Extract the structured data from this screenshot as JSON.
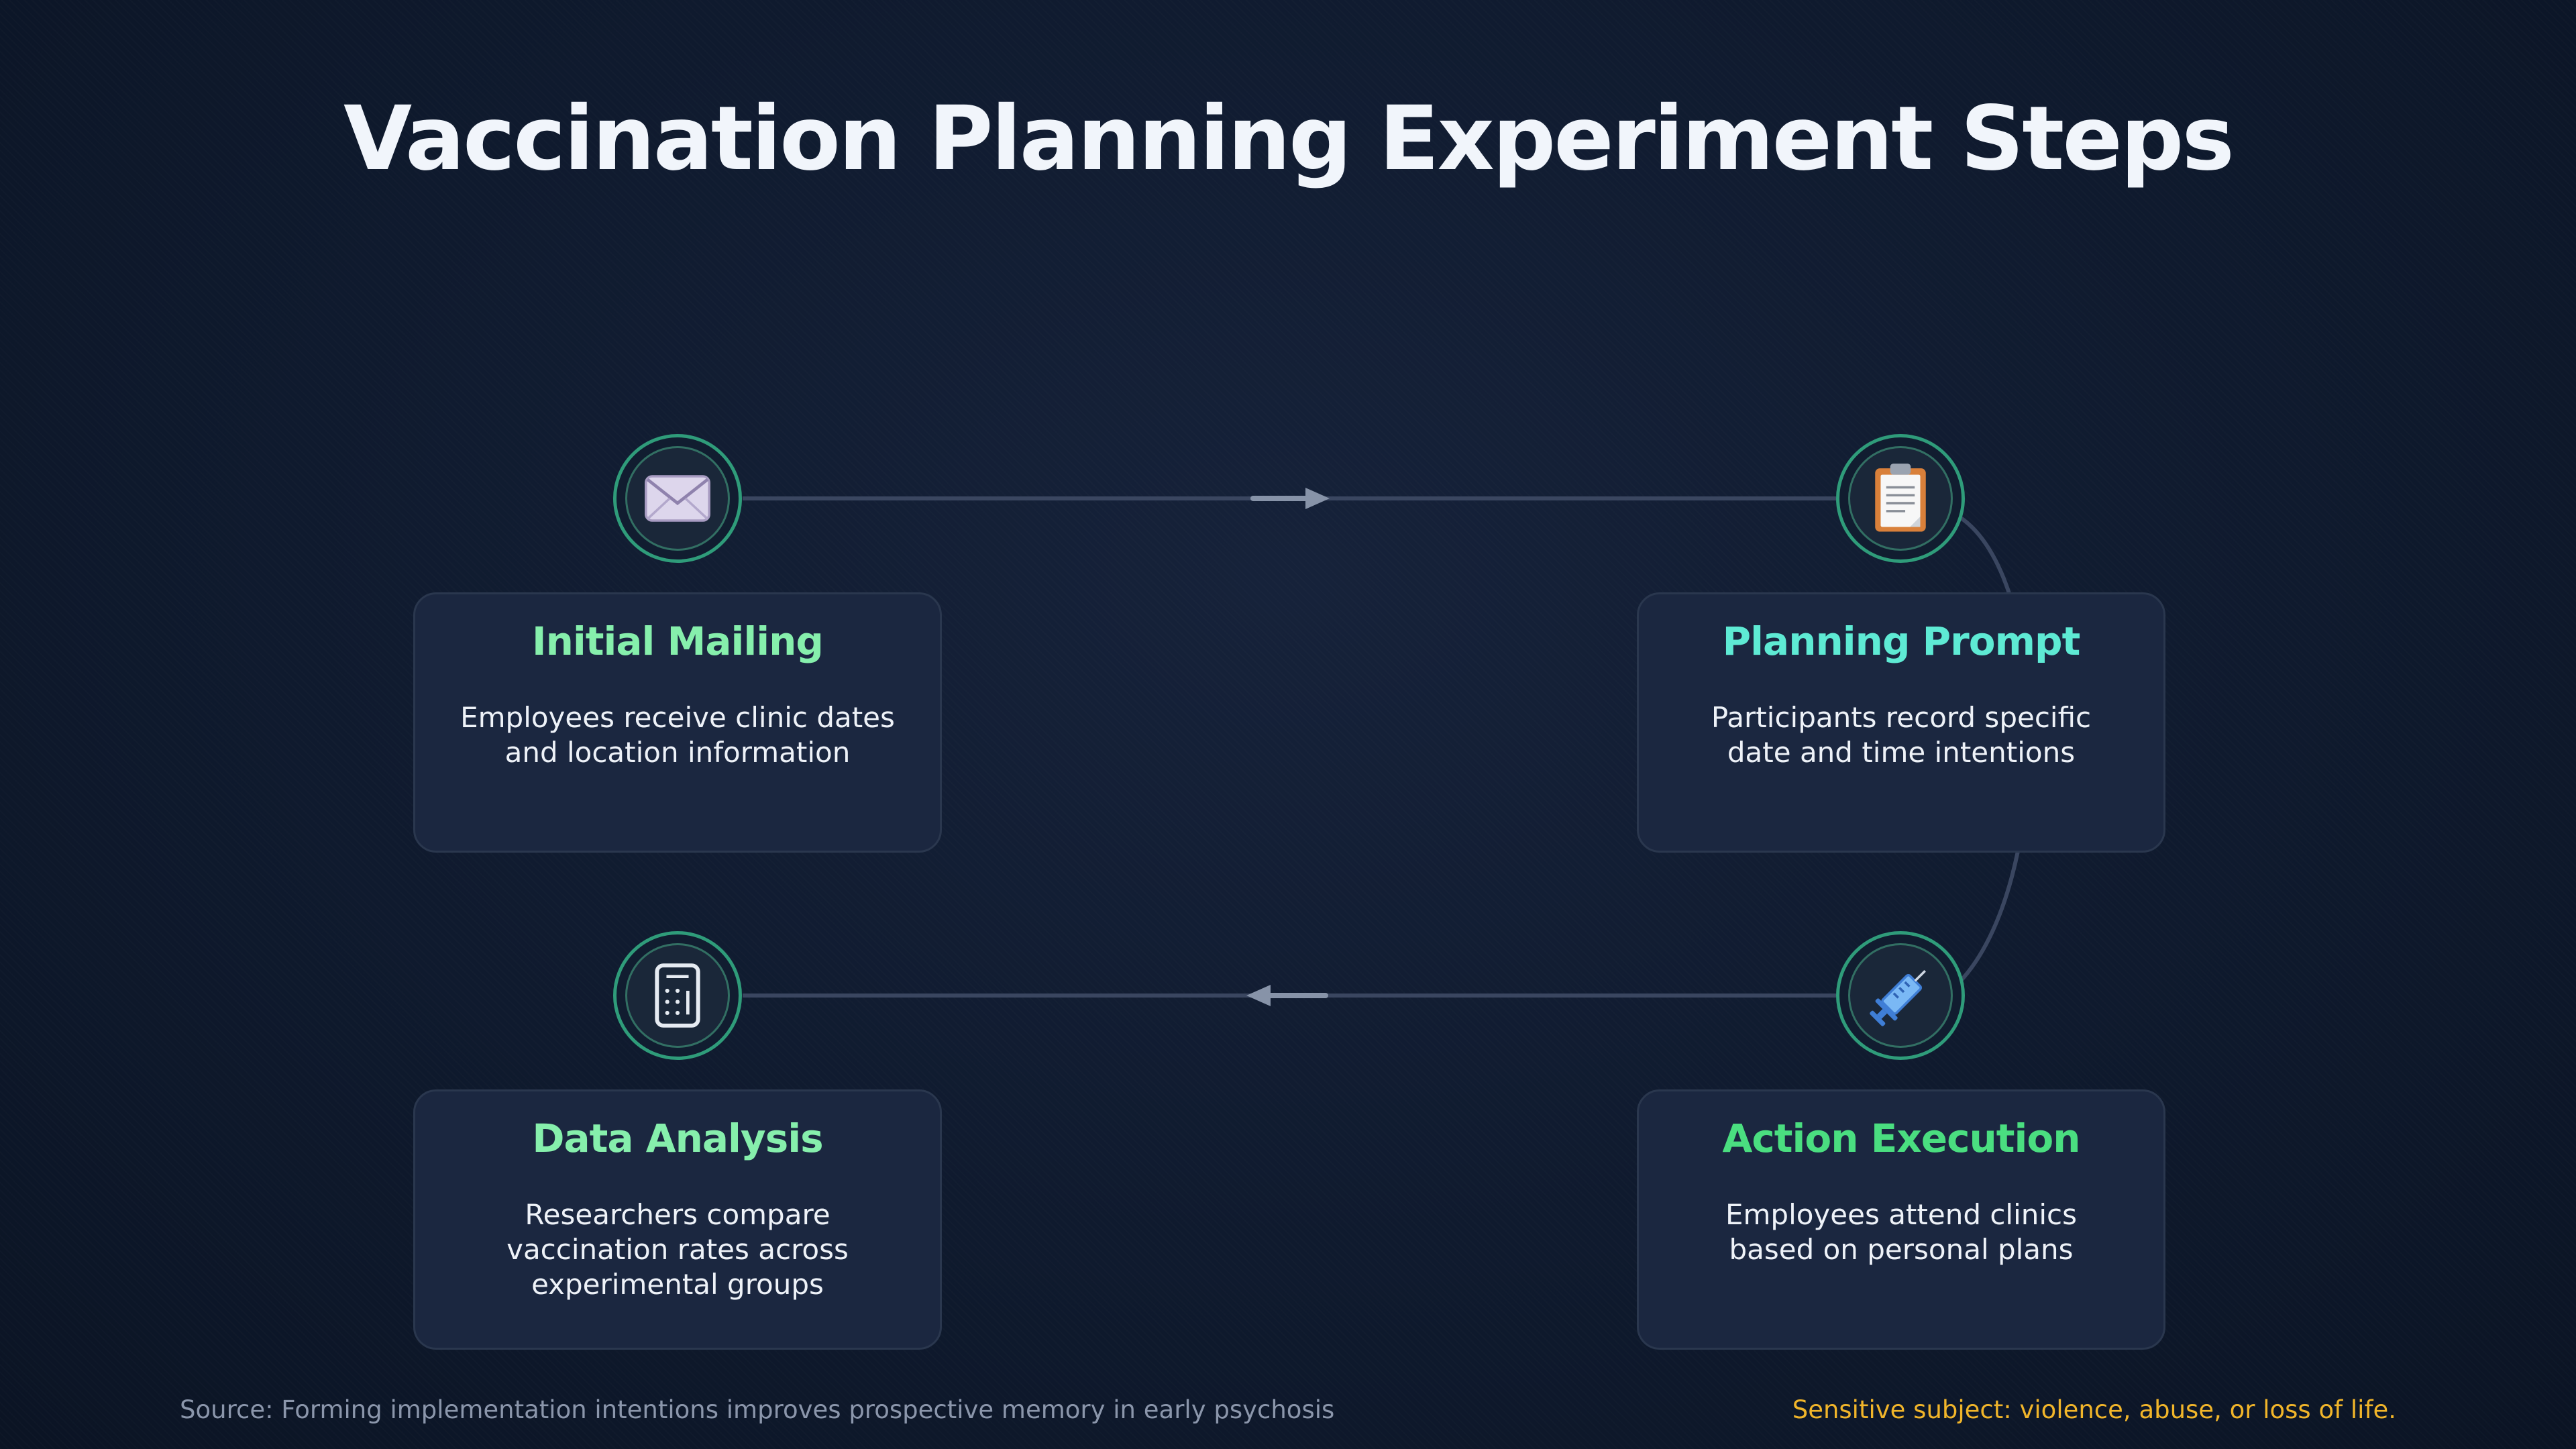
{
  "title": "Vaccination Planning Experiment Steps",
  "colors": {
    "accent_green": "#4ade80",
    "accent_teal": "#5eead4",
    "warning": "#f1b52a"
  },
  "steps": [
    {
      "title": "Initial Mailing",
      "title_color": "#86efac",
      "description": "Employees receive clinic dates and location information",
      "icon": "envelope-icon"
    },
    {
      "title": "Planning Prompt",
      "title_color": "#5eead4",
      "description": "Participants record specific date and time intentions",
      "icon": "clipboard-icon"
    },
    {
      "title": "Action Execution",
      "title_color": "#4ade80",
      "description": "Employees attend clinics based on personal plans",
      "icon": "syringe-icon"
    },
    {
      "title": "Data Analysis",
      "title_color": "#86efac",
      "description": "Researchers compare vaccination rates across experimental groups",
      "icon": "calculator-icon"
    }
  ],
  "footer": {
    "source": "Source: Forming implementation intentions improves prospective memory in early psychosis",
    "warning": "Sensitive subject: violence, abuse, or loss of life."
  }
}
